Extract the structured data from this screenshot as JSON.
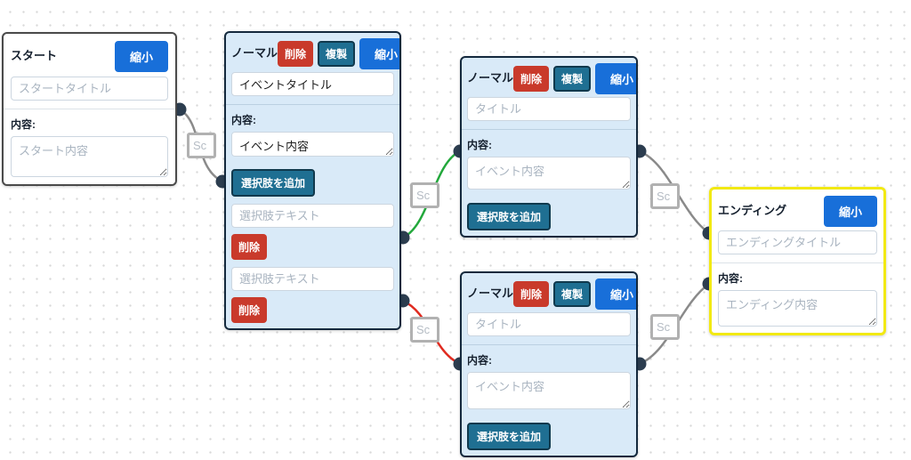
{
  "colors": {
    "primary-blue": "#186fd9",
    "danger-red": "#c93a2b",
    "teal": "#1f6f92",
    "teal-border": "#10394d",
    "node-blue-bg": "#d9eaf8",
    "node-blue-border": "#14293d",
    "start-border": "#4a4a4a",
    "ending-border": "#f2e913",
    "link-gray": "#8a8a8a",
    "link-green": "#23a83c",
    "link-red": "#e02b20",
    "port": "#2c3d4f",
    "placeholder": "#a9b4c0"
  },
  "nodes": [
    {
      "type": "start",
      "title": "スタート",
      "buttons": {
        "shrink": "縮小"
      },
      "title_input": {
        "value": "",
        "placeholder": "スタートタイトル"
      },
      "content_label": "内容:",
      "content_input": {
        "value": "",
        "placeholder": "スタート内容"
      }
    },
    {
      "type": "normal",
      "title": "ノーマル",
      "buttons": {
        "delete": "削除",
        "duplicate": "複製",
        "shrink": "縮小"
      },
      "title_input": {
        "value": "イベントタイトル",
        "placeholder": ""
      },
      "content_label": "内容:",
      "content_input": {
        "value": "イベント内容",
        "placeholder": ""
      },
      "add_choice_label": "選択肢を追加",
      "choices": [
        {
          "input": {
            "value": "",
            "placeholder": "選択肢テキスト"
          },
          "delete_label": "削除"
        },
        {
          "input": {
            "value": "",
            "placeholder": "選択肢テキスト"
          },
          "delete_label": "削除"
        }
      ]
    },
    {
      "type": "normal",
      "title": "ノーマル",
      "buttons": {
        "delete": "削除",
        "duplicate": "複製",
        "shrink": "縮小"
      },
      "title_input": {
        "value": "",
        "placeholder": "タイトル"
      },
      "content_label": "内容:",
      "content_input": {
        "value": "",
        "placeholder": "イベント内容"
      },
      "add_choice_label": "選択肢を追加",
      "choices": []
    },
    {
      "type": "normal",
      "title": "ノーマル",
      "buttons": {
        "delete": "削除",
        "duplicate": "複製",
        "shrink": "縮小"
      },
      "title_input": {
        "value": "",
        "placeholder": "タイトル"
      },
      "content_label": "内容:",
      "content_input": {
        "value": "",
        "placeholder": "イベント内容"
      },
      "add_choice_label": "選択肢を追加",
      "choices": []
    },
    {
      "type": "ending",
      "title": "エンディング",
      "buttons": {
        "shrink": "縮小"
      },
      "title_input": {
        "value": "",
        "placeholder": "エンディングタイトル"
      },
      "content_label": "内容:",
      "content_input": {
        "value": "",
        "placeholder": "エンディング内容"
      }
    }
  ],
  "links": [
    {
      "label": "Sc",
      "color": "#8a8a8a",
      "from": "start",
      "to": "normal1"
    },
    {
      "label": "Sc",
      "color": "#23a83c",
      "from": "normal1",
      "to": "normal2"
    },
    {
      "label": "Sc",
      "color": "#e02b20",
      "from": "normal1",
      "to": "normal3"
    },
    {
      "label": "Sc",
      "color": "#8a8a8a",
      "from": "normal2",
      "to": "ending"
    },
    {
      "label": "Sc",
      "color": "#8a8a8a",
      "from": "normal3",
      "to": "ending"
    }
  ]
}
